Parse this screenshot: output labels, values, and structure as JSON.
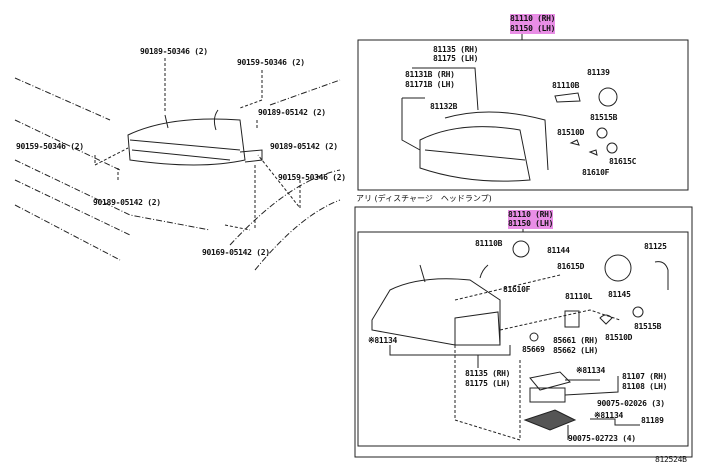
{
  "left_labels": [
    "90189-50346 (2)",
    "90159-50346 (2)",
    "90189-05142 (2)",
    "90189-05142 (2)",
    "90159-50346 (2)",
    "90189-05142 (2)",
    "90159-50346 (2)",
    "90169-05142 (2)"
  ],
  "top_box": {
    "title_rh": "81110 (RH)",
    "title_lh": "81150 (LH)",
    "labels": [
      "81135 (RH)",
      "81175 (LH)",
      "81131B (RH)",
      "81171B (LH)",
      "81132B",
      "81110B",
      "81139",
      "81515B",
      "81510D",
      "81615C",
      "81610F"
    ]
  },
  "caption": "アリ (ディスチャージ　ヘッドランプ)",
  "bottom_box": {
    "title_rh": "81110 (RH)",
    "title_lh": "81150 (LH)",
    "labels": [
      "81110B",
      "81144",
      "81615D",
      "81610F",
      "81110L",
      "81145",
      "81125",
      "81515B",
      "81510D",
      "※81134",
      "85669",
      "85661 (RH)",
      "85662 (LH)",
      "81135 (RH)",
      "81175 (LH)",
      "※81134",
      "81107 (RH)",
      "81108 (LH)",
      "90075-02026 (3)",
      "※81134",
      "81189",
      "90075-02723 (4)"
    ]
  },
  "figure_id": "812524B"
}
